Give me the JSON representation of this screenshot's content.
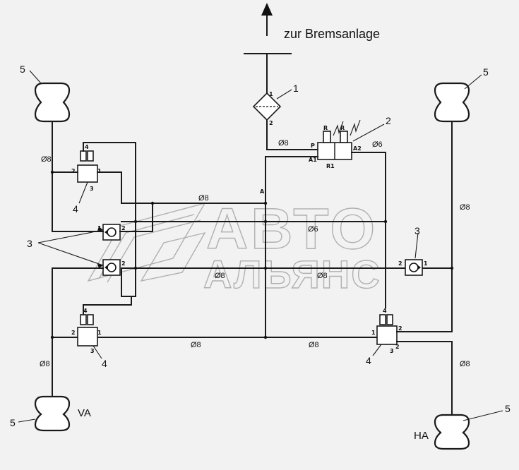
{
  "header": {
    "destination_label": "zur Bremsanlage"
  },
  "watermark": {
    "line1": "АВТО",
    "line2": "АЛЬЯНС"
  },
  "axles": {
    "front": "VA",
    "rear": "HA"
  },
  "callouts": {
    "filter": "1",
    "valve_block": "2",
    "check_valve": "3",
    "leveling_valve": "4",
    "air_spring": "5"
  },
  "pipe_labels": {
    "d8": "Ø8",
    "d6": "Ø6"
  },
  "ports": {
    "one": "1",
    "two": "2",
    "three": "3",
    "four": "4",
    "p": "P",
    "r": "R",
    "a": "A",
    "a1": "A1",
    "a2": "A2",
    "r1": "R1"
  }
}
